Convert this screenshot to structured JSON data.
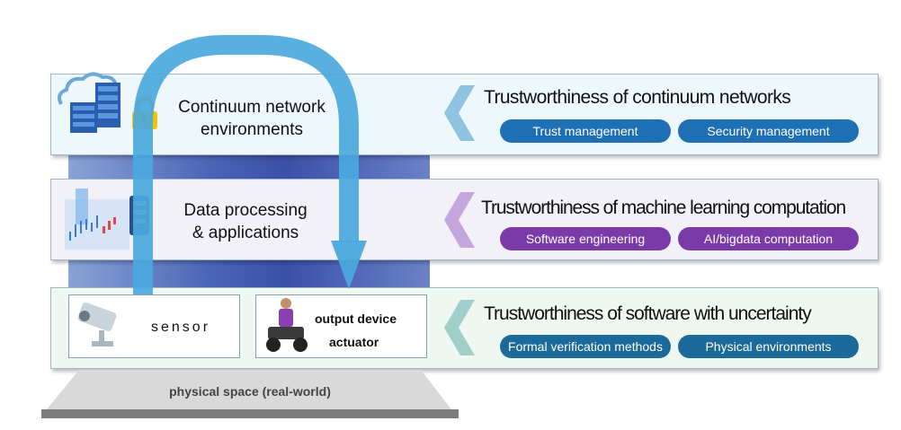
{
  "layers": [
    {
      "left_title": "Continuum network\nenvironments",
      "right_title": "Trustworthiness of continuum networks",
      "pills": [
        "Trust management",
        "Security management"
      ]
    },
    {
      "left_title": "Data processing\n& applications",
      "right_title": "Trustworthiness of machine learning computation",
      "pills": [
        "Software engineering",
        "AI/bigdata computation"
      ]
    },
    {
      "right_title": "Trustworthiness of software with uncertainty",
      "pills": [
        "Formal verification methods",
        "Physical environments"
      ]
    }
  ],
  "devices": {
    "sensor_label": "sensor",
    "output_label_1": "output device",
    "output_label_2": "actuator"
  },
  "base_label": "physical space (real-world)",
  "colors": {
    "layer1_chevron": "#8fc3df",
    "layer2_chevron": "#c4a6dc",
    "layer3_chevron": "#9fcfc8",
    "arrow": "#4aa8dd"
  }
}
